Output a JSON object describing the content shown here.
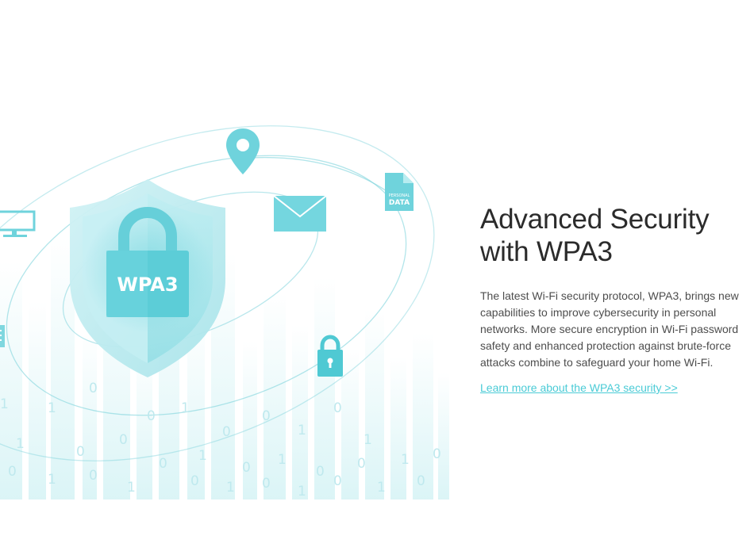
{
  "section": {
    "title_line1": "Advanced Security",
    "title_line2": "with WPA3",
    "description": "The latest Wi-Fi security protocol, WPA3, brings new capabilities to improve cybersecurity in personal networks. More secure encryption in Wi-Fi password safety and enhanced protection against brute-force attacks combine to safeguard your home Wi-Fi.",
    "link_text": "Learn more about the WPA3 security >>"
  },
  "illustration": {
    "lock_label": "WPA3",
    "document_label_line1": "PERSONAL",
    "document_label_line2": "DATA",
    "icons": [
      "shield-icon",
      "padlock-icon",
      "location-pin-icon",
      "envelope-icon",
      "document-icon",
      "monitor-icon",
      "small-padlock-icon"
    ],
    "binary_digits": [
      "0",
      "1",
      "0",
      "1",
      "0",
      "0",
      "1",
      "0",
      "1",
      "1",
      "0",
      "0",
      "1",
      "0",
      "1",
      "0",
      "0",
      "1",
      "0",
      "1",
      "0",
      "1",
      "0",
      "0",
      "1",
      "0",
      "1",
      "0",
      "1",
      "0",
      "0",
      "1"
    ]
  },
  "colors": {
    "accent": "#4acbd6",
    "accent_dark": "#3db8c4",
    "light_teal": "#b8ecf0",
    "title_text": "#2b2b2b",
    "body_text": "#4d4d4d"
  }
}
